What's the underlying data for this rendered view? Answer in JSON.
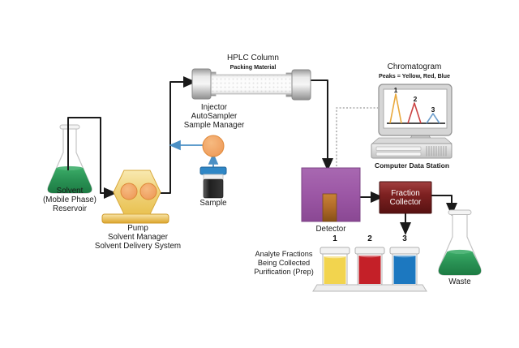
{
  "colors": {
    "flask_liquid": "#2a9355",
    "pump_body": "#f0d27a",
    "pump_piston": "#f0a263",
    "injector_port": "#f0a263",
    "tube_arrow": "#4a8fc4",
    "sample_cap": "#2f87c6",
    "sample_body": "#1f1f1f",
    "detector_body": "#9c57a5",
    "detector_window": "#b06a28",
    "fraction_collector": "#7e2121",
    "peak_1": "#e9a93d",
    "peak_2": "#cb4343",
    "peak_3": "#6f9fcd",
    "vial_1": "#f2d44e",
    "vial_2": "#c42028",
    "vial_3": "#1c78c0",
    "line": "#1a1a1a",
    "data_link": "#9a9a9a"
  },
  "labels": {
    "solvent": "Solvent\n(Mobile Phase)\nReservoir",
    "pump": "Pump\nSolvent Manager\nSolvent Delivery System",
    "injector": "Injector\nAutoSampler\nSample Manager",
    "sample": "Sample",
    "column_title": "HPLC Column",
    "column_subtitle": "Packing Material",
    "chromatogram_title": "Chromatogram",
    "chromatogram_subtitle": "Peaks = Yellow, Red, Blue",
    "computer": "Computer Data Station",
    "detector": "Detector",
    "fraction_collector": "Fraction\nCollector",
    "waste": "Waste",
    "fractions": "Analyte Fractions\nBeing Collected\nPurification (Prep)"
  },
  "chromatogram": {
    "type": "line",
    "peaks": [
      {
        "label": "1",
        "color": "#e9a93d",
        "relative_height": 1.0
      },
      {
        "label": "2",
        "color": "#cb4343",
        "relative_height": 0.69
      },
      {
        "label": "3",
        "color": "#6f9fcd",
        "relative_height": 0.33
      }
    ]
  },
  "fractions": {
    "vials": [
      {
        "label": "1",
        "color": "#f2d44e"
      },
      {
        "label": "2",
        "color": "#c42028"
      },
      {
        "label": "3",
        "color": "#1c78c0"
      }
    ]
  }
}
